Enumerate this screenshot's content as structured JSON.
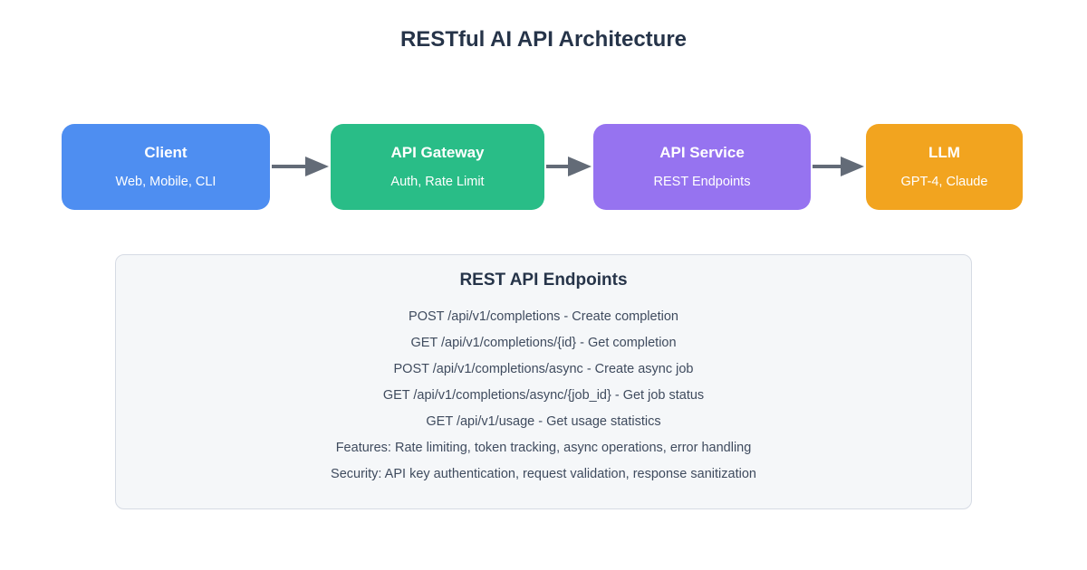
{
  "title": "RESTful AI API Architecture",
  "nodes": [
    {
      "label": "Client",
      "sublabel": "Web, Mobile, CLI",
      "color": "#4e8ef1"
    },
    {
      "label": "API Gateway",
      "sublabel": "Auth, Rate Limit",
      "color": "#29bd87"
    },
    {
      "label": "API Service",
      "sublabel": "REST Endpoints",
      "color": "#9673f0"
    },
    {
      "label": "LLM",
      "sublabel": "GPT-4, Claude",
      "color": "#f2a41f"
    }
  ],
  "arrow_color": "#636b77",
  "panel": {
    "title": "REST API Endpoints",
    "lines": [
      "POST /api/v1/completions - Create completion",
      "GET /api/v1/completions/{id} - Get completion",
      "POST /api/v1/completions/async - Create async job",
      "GET /api/v1/completions/async/{job_id} - Get job status",
      "GET /api/v1/usage - Get usage statistics",
      "Features: Rate limiting, token tracking, async operations, error handling",
      "Security: API key authentication, request validation, response sanitization"
    ]
  }
}
